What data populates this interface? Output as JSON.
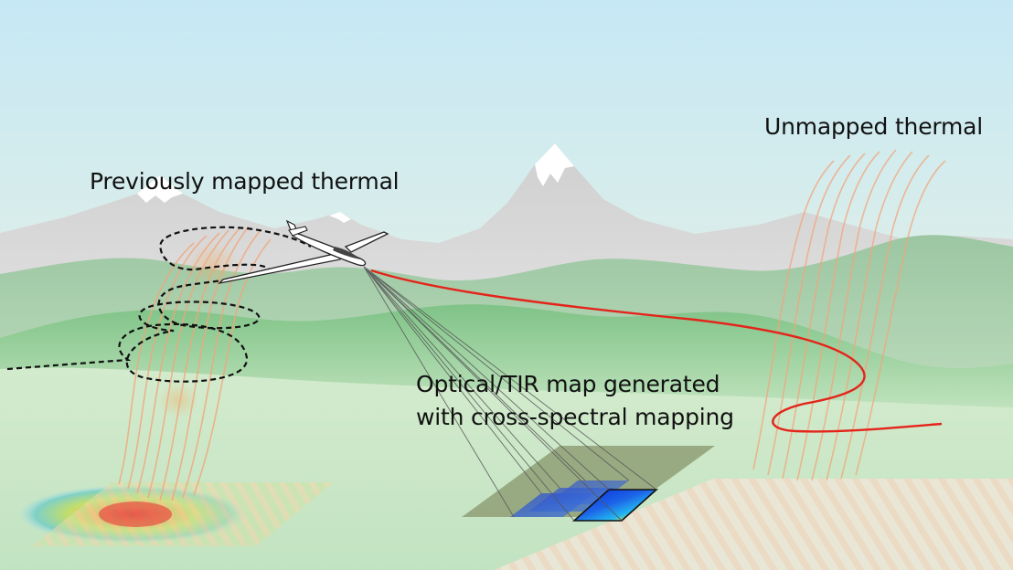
{
  "labels": {
    "previously_mapped": "Previously mapped thermal",
    "unmapped": "Unmapped thermal",
    "optical_line1": "Optical/TIR map generated",
    "optical_line2": "with cross-spectral mapping"
  },
  "colors": {
    "sky_top": "#c6e8f4",
    "sky_bottom": "#f4f5de",
    "mountain": "#dcdcdc",
    "snow": "#ffffff",
    "hills_far": "#a9cfae",
    "hills_near": "#8fcb96",
    "meadow": "#cfe9c9",
    "flight_path_planned": "#e4241b",
    "flight_path_flown": "#111111",
    "thermal_streamlines": "#f2a57a",
    "camera_rays": "#555555"
  },
  "icons": [
    "glider-icon",
    "thermal-heatmap-icon",
    "thermal-image-tile-icon"
  ]
}
